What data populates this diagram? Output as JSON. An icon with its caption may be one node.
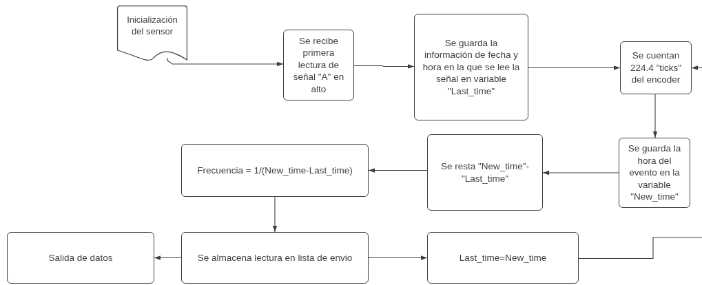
{
  "diagram": {
    "nodes": [
      {
        "text": [
          "Inicialización del sensor"
        ]
      },
      {
        "text": [
          "Se recibe primera lectura de señal \"A\" en alto"
        ]
      },
      {
        "text": [
          "Se guarda la información de fecha y hora en la que se lee la señal en variable \"Last_time\""
        ]
      },
      {
        "text": [
          "Se cuentan 224.4 \"ticks\" del encoder"
        ]
      },
      {
        "text": [
          "Se guarda la hora del evento en la variable \"New_time\""
        ]
      },
      {
        "text": [
          "Se resta \"New_time\"-\"Last_time\""
        ]
      },
      {
        "text": [
          "Frecuencia = 1/(New_time-Last_time)"
        ]
      },
      {
        "text": [
          "Se almacena lectura en lista de envio"
        ]
      },
      {
        "text": [
          "Salida de datos"
        ]
      },
      {
        "text": [
          "Last_time=New_time"
        ]
      }
    ],
    "edges": [
      {
        "from": 0,
        "to": 1,
        "arrow": "to"
      },
      {
        "from": 1,
        "to": 2,
        "arrow": "to"
      },
      {
        "from": 2,
        "to": 3,
        "arrow": "to"
      },
      {
        "from": 3,
        "to": 4,
        "arrow": "to"
      },
      {
        "from": 4,
        "to": 5,
        "arrow": "to"
      },
      {
        "from": 5,
        "to": 6,
        "arrow": "to"
      },
      {
        "from": 6,
        "to": 7,
        "arrow": "to"
      },
      {
        "from": 7,
        "to": 8,
        "arrow": "to"
      },
      {
        "from": 7,
        "to": 9,
        "arrow": "to"
      },
      {
        "from": 9,
        "to": null,
        "arrow": "none"
      },
      {
        "from": null,
        "to": 3,
        "arrow": "to"
      }
    ]
  }
}
